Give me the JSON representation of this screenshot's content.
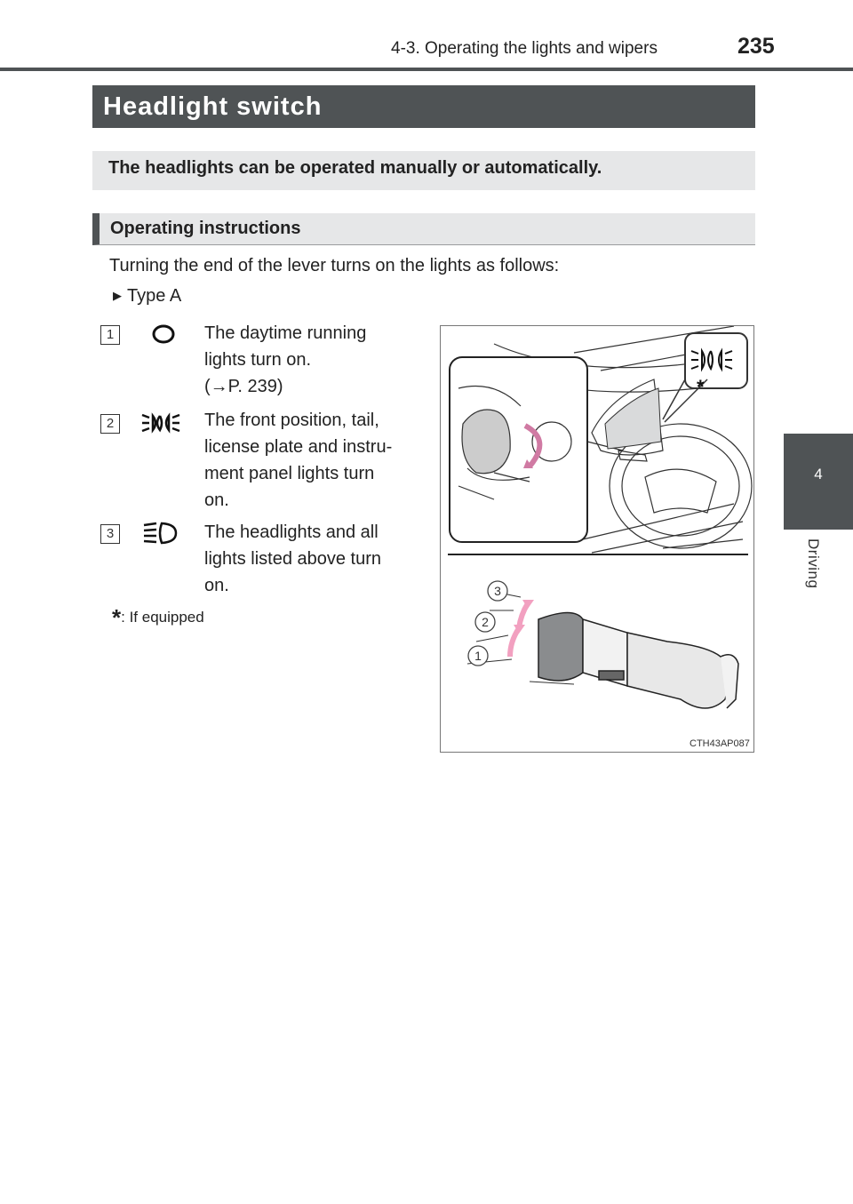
{
  "header": {
    "section": "4-3. Operating the lights and wipers",
    "page_number": "235"
  },
  "side_tab": {
    "chapter_number": "4",
    "chapter_label": "Driving"
  },
  "title": "Headlight switch",
  "summary": "The headlights can be operated manually or automatically.",
  "subheading": "Operating instructions",
  "intro": "Turning the end of the lever turns on the lights as follows:",
  "type_label": "Type A",
  "items": [
    {
      "number": "1",
      "icon": "daytime-running-lights-icon",
      "lines": [
        "The daytime running",
        "lights turn on.",
        "(→P. 239)"
      ]
    },
    {
      "number": "2",
      "icon": "position-lights-icon",
      "lines": [
        "The front position, tail,",
        "license plate and instru-",
        "ment panel lights turn",
        "on."
      ]
    },
    {
      "number": "3",
      "icon": "headlight-icon",
      "lines": [
        "The headlights and all",
        "lights listed above turn",
        "on."
      ]
    }
  ],
  "footnote": {
    "star": "*",
    "text": ": If equipped"
  },
  "figure": {
    "code": "CTH43AP087",
    "callouts": [
      "3",
      "2",
      "1"
    ],
    "inset_star": "*"
  },
  "colors": {
    "dark_bar": "#4f5355",
    "light_box": "#e6e7e8",
    "arrow_pink": "#f2a0c0"
  }
}
